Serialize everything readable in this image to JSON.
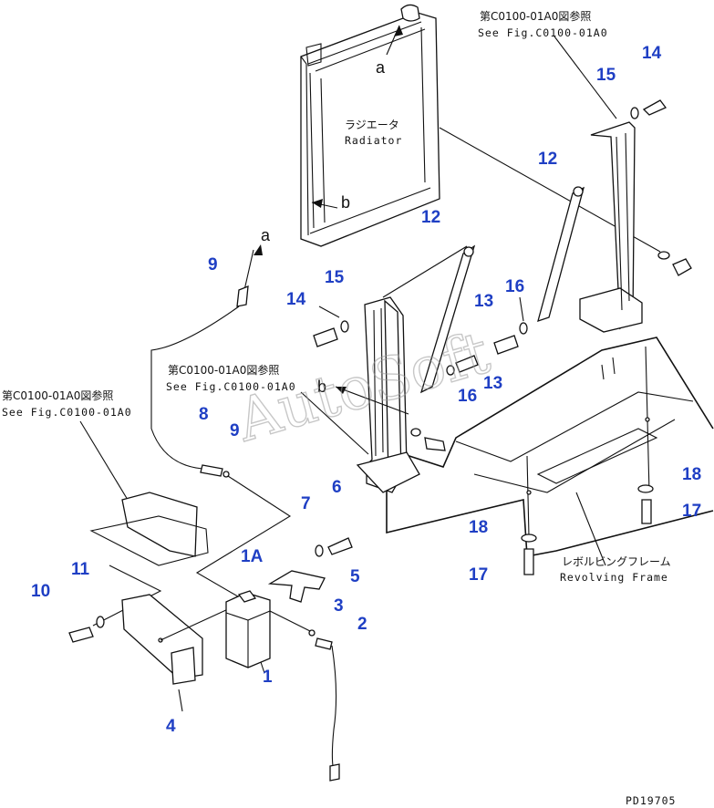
{
  "diagram_code": "PD19705",
  "watermark": "AutoSoft",
  "callouts": {
    "c14a": "14",
    "c15a": "15",
    "c12a": "12",
    "c12b": "12",
    "c15b": "15",
    "c14b": "14",
    "c13a": "13",
    "c16a": "16",
    "c13b": "13",
    "c16b": "16",
    "c9a": "9",
    "c8": "8",
    "c9b": "9",
    "c7": "7",
    "c6": "6",
    "c5": "5",
    "c1A": "1A",
    "c3": "3",
    "c2": "2",
    "c1": "1",
    "c11": "11",
    "c10": "10",
    "c4": "4",
    "c18a": "18",
    "c17a": "17",
    "c18b": "18",
    "c17b": "17"
  },
  "pointers": {
    "a_top": "a",
    "b_top": "b",
    "a_left": "a",
    "b_mid": "b"
  },
  "references": {
    "top_jp": "第C0100-01A0図参照",
    "top_en": "See Fig.C0100-01A0",
    "mid_jp": "第C0100-01A0図参照",
    "mid_en": "See Fig.C0100-01A0",
    "left_jp": "第C0100-01A0図参照",
    "left_en": "See Fig.C0100-01A0"
  },
  "labels": {
    "radiator_jp": "ラジエータ",
    "radiator_en": "Radiator",
    "frame_jp": "レボルビングフレーム",
    "frame_en": "Revolving Frame"
  }
}
